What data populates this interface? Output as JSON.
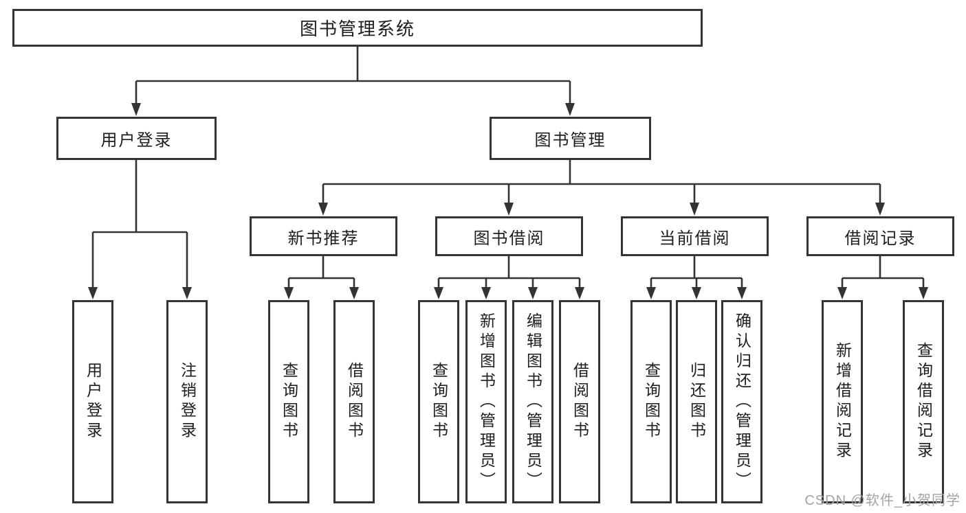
{
  "diagram": {
    "type": "hierarchy-tree",
    "style": {
      "line_color": "#333333",
      "box_border_color": "#343434",
      "box_background": "#ffffff",
      "text_color": "#1d1d1d",
      "watermark_color": "#a3a3a3"
    }
  },
  "tree": {
    "label": "图书管理系统",
    "children": [
      {
        "label": "用户登录",
        "children": [
          {
            "label": "用户登录"
          },
          {
            "label": "注销登录"
          }
        ]
      },
      {
        "label": "图书管理",
        "children": [
          {
            "label": "新书推荐",
            "children": [
              {
                "label": "查询图书"
              },
              {
                "label": "借阅图书"
              }
            ]
          },
          {
            "label": "图书借阅",
            "children": [
              {
                "label": "查询图书"
              },
              {
                "label": "新增图书（管理员）"
              },
              {
                "label": "编辑图书（管理员）"
              },
              {
                "label": "借阅图书"
              }
            ]
          },
          {
            "label": "当前借阅",
            "children": [
              {
                "label": "查询图书"
              },
              {
                "label": "归还图书"
              },
              {
                "label": "确认归还（管理员）"
              }
            ]
          },
          {
            "label": "借阅记录",
            "children": [
              {
                "label": "新增借阅记录"
              },
              {
                "label": "查询借阅记录"
              }
            ]
          }
        ]
      }
    ]
  },
  "watermark": {
    "text": "CSDN @软件_小贺同学"
  }
}
